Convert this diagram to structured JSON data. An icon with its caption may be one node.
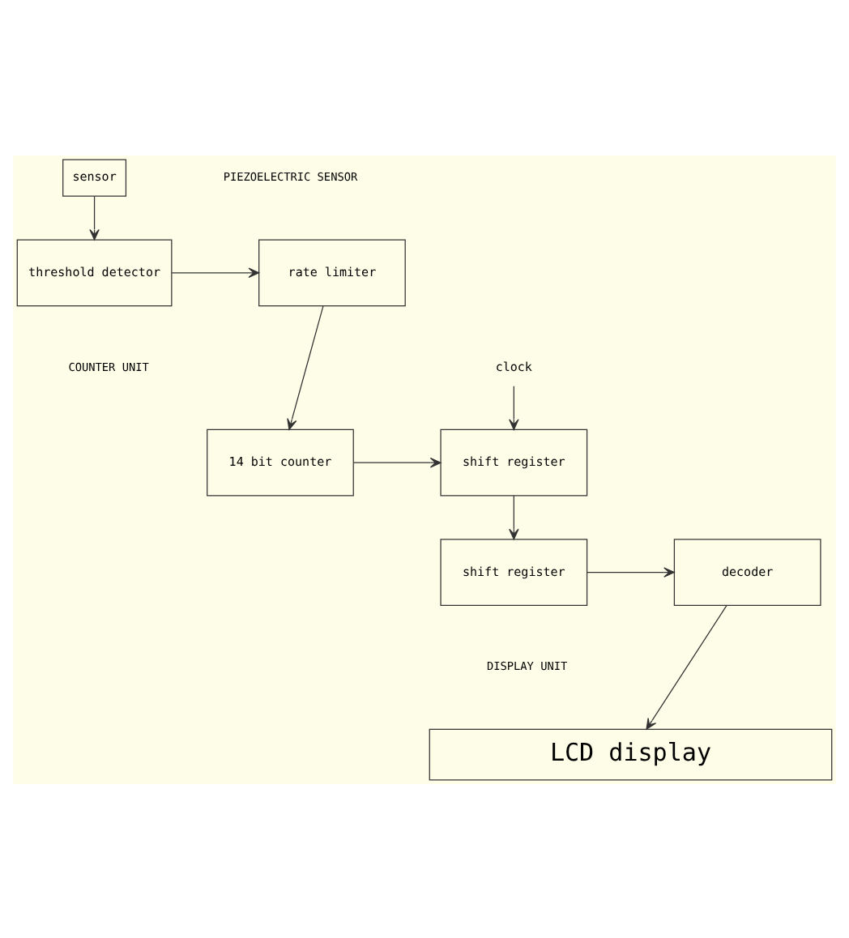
{
  "diagram": {
    "nodes": [
      {
        "text": [
          "sensor"
        ]
      },
      {
        "text": [
          "threshold detector"
        ]
      },
      {
        "text": [
          "rate limiter"
        ]
      },
      {
        "text": [
          "14 bit counter"
        ]
      },
      {
        "text": [
          "shift register"
        ]
      },
      {
        "text": [
          "shift register"
        ]
      },
      {
        "text": [
          "decoder"
        ]
      },
      {
        "text": [
          "LCD display"
        ]
      },
      {
        "text": [
          "clock"
        ]
      }
    ],
    "edges": [
      {
        "from": 0,
        "to": 1,
        "arrow": "to"
      },
      {
        "from": 1,
        "to": 2,
        "arrow": "to"
      },
      {
        "from": 2,
        "to": 3,
        "arrow": "to"
      },
      {
        "from": 3,
        "to": 4,
        "arrow": "to"
      },
      {
        "from": 8,
        "to": 4,
        "arrow": "to"
      },
      {
        "from": 4,
        "to": 5,
        "arrow": "to"
      },
      {
        "from": 5,
        "to": 6,
        "arrow": "to"
      },
      {
        "from": 6,
        "to": 7,
        "arrow": "to"
      }
    ],
    "labels": [
      "PIEZOELECTRIC SENSOR",
      "COUNTER UNIT",
      "DISPLAY UNIT"
    ]
  }
}
